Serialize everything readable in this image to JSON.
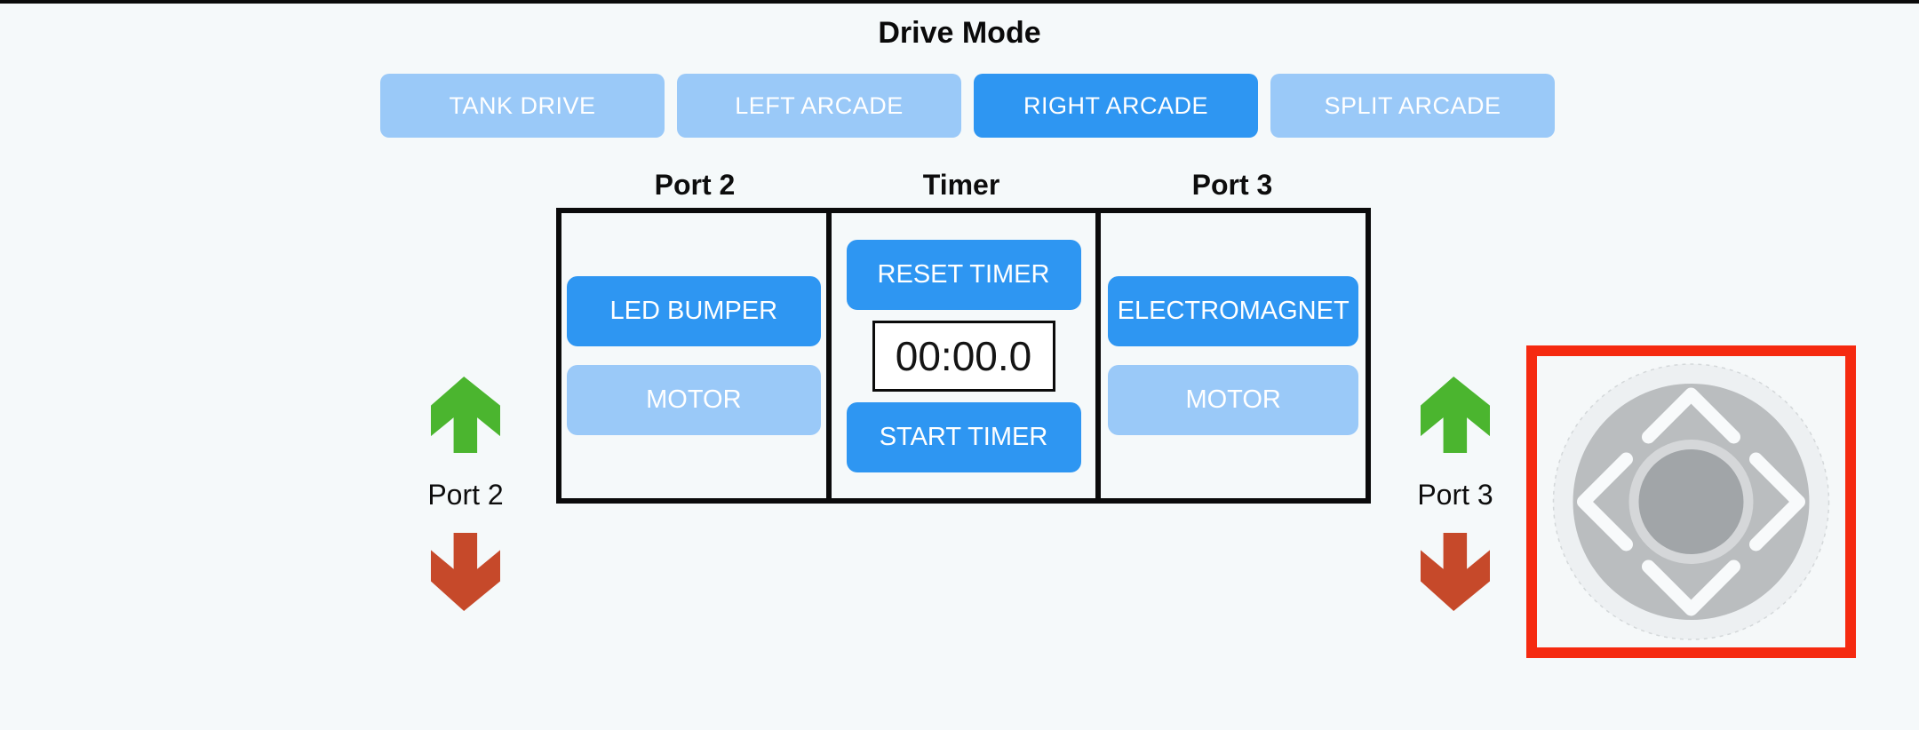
{
  "title": "Drive Mode",
  "drive_modes": {
    "selected": "RIGHT ARCADE",
    "options": [
      {
        "label": "TANK DRIVE",
        "state": "off"
      },
      {
        "label": "LEFT ARCADE",
        "state": "off"
      },
      {
        "label": "RIGHT ARCADE",
        "state": "on"
      },
      {
        "label": "SPLIT ARCADE",
        "state": "off"
      }
    ]
  },
  "control_table": {
    "columns": [
      {
        "header": "Port 2",
        "buttons": [
          {
            "label": "LED BUMPER",
            "state": "on"
          },
          {
            "label": "MOTOR",
            "state": "off"
          }
        ]
      },
      {
        "header": "Timer",
        "reset_button": "RESET TIMER",
        "display": "00:00.0",
        "start_button": "START TIMER"
      },
      {
        "header": "Port 3",
        "buttons": [
          {
            "label": "ELECTROMAGNET",
            "state": "on"
          },
          {
            "label": "MOTOR",
            "state": "off"
          }
        ]
      }
    ]
  },
  "port_steppers": [
    {
      "label": "Port 2",
      "up_icon": "up-arrow-icon",
      "down_icon": "down-arrow-icon"
    },
    {
      "label": "Port 3",
      "up_icon": "up-arrow-icon",
      "down_icon": "down-arrow-icon"
    }
  ],
  "joystick": {
    "highlighted": true,
    "chevrons": [
      "chevron-up-icon",
      "chevron-left-icon",
      "chevron-right-icon",
      "chevron-down-icon"
    ]
  },
  "colors": {
    "background": "#F5F9FA",
    "top_bar": "#0B0B0B",
    "button_on_blue": "#2E96F2",
    "button_off_blue": "#9AC9F8",
    "arrow_up_green": "#4BB52F",
    "arrow_down_red": "#C6492A",
    "highlight_red": "#F52A10",
    "joystick_base": "#EDF0F2",
    "joystick_pad": "#BABDBF",
    "joystick_knob_ring": "#D5D7D9",
    "joystick_knob": "#A1A5A8",
    "joystick_chevron": "#F8FAFB"
  }
}
